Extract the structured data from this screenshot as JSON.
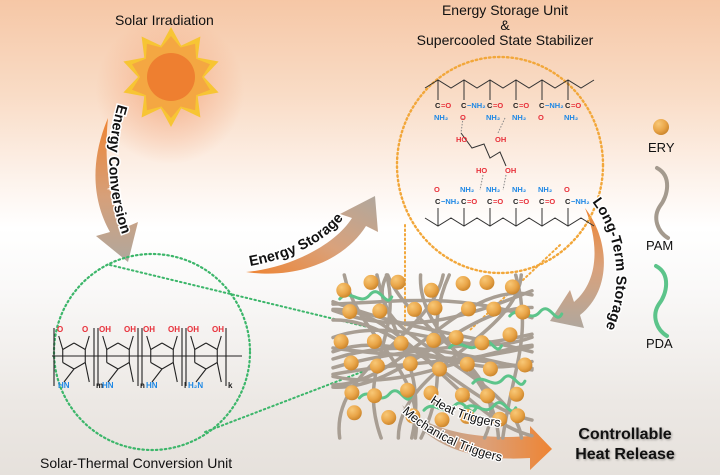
{
  "titles": {
    "solar_irradiation": "Solar Irradiation",
    "storage_unit_line1": "Energy Storage Unit",
    "storage_unit_line2": "&",
    "storage_unit_line3": "Supercooled State Stabilizer",
    "solar_thermal_unit": "Solar-Thermal Conversion Unit",
    "controllable_line1": "Controllable",
    "controllable_line2": "Heat Release"
  },
  "arrows": {
    "energy_conversion": "Energy Conversion",
    "energy_storage": "Energy Storage",
    "long_term_storage": "Long-Term Storage",
    "heat_triggers": "Heat Triggers",
    "mechanical_triggers": "Mechanical Triggers"
  },
  "legend": {
    "items": [
      {
        "label": "ERY",
        "symbol": "sphere",
        "color": "#e9a548"
      },
      {
        "label": "PAM",
        "symbol": "chain",
        "color": "#a49a8e"
      },
      {
        "label": "PDA",
        "symbol": "chain",
        "color": "#5cc48a"
      }
    ]
  },
  "chemistry": {
    "pda_subscripts": [
      "m",
      "n",
      "l",
      "k"
    ],
    "pda_groups": {
      "oxygen": "O",
      "hydroxyl": "OH",
      "amine_ring": "HN",
      "amine": "H₂N"
    },
    "pam_groups": {
      "carbonyl": "C=O",
      "amide": "NH₂",
      "amide_link": "C−NH₂",
      "hydroxyl": "OH",
      "ho": "HO"
    }
  },
  "colors": {
    "orange": "#ee8433",
    "gray_arrow": "#b5aca2",
    "sun_core": "#ee7f30",
    "sun_rays": "#f7c534",
    "green_dots": "#3cb66a",
    "orange_dots": "#f2a73a",
    "oxygen_red": "#e8303a",
    "nitrogen_blue": "#1e88e5"
  }
}
